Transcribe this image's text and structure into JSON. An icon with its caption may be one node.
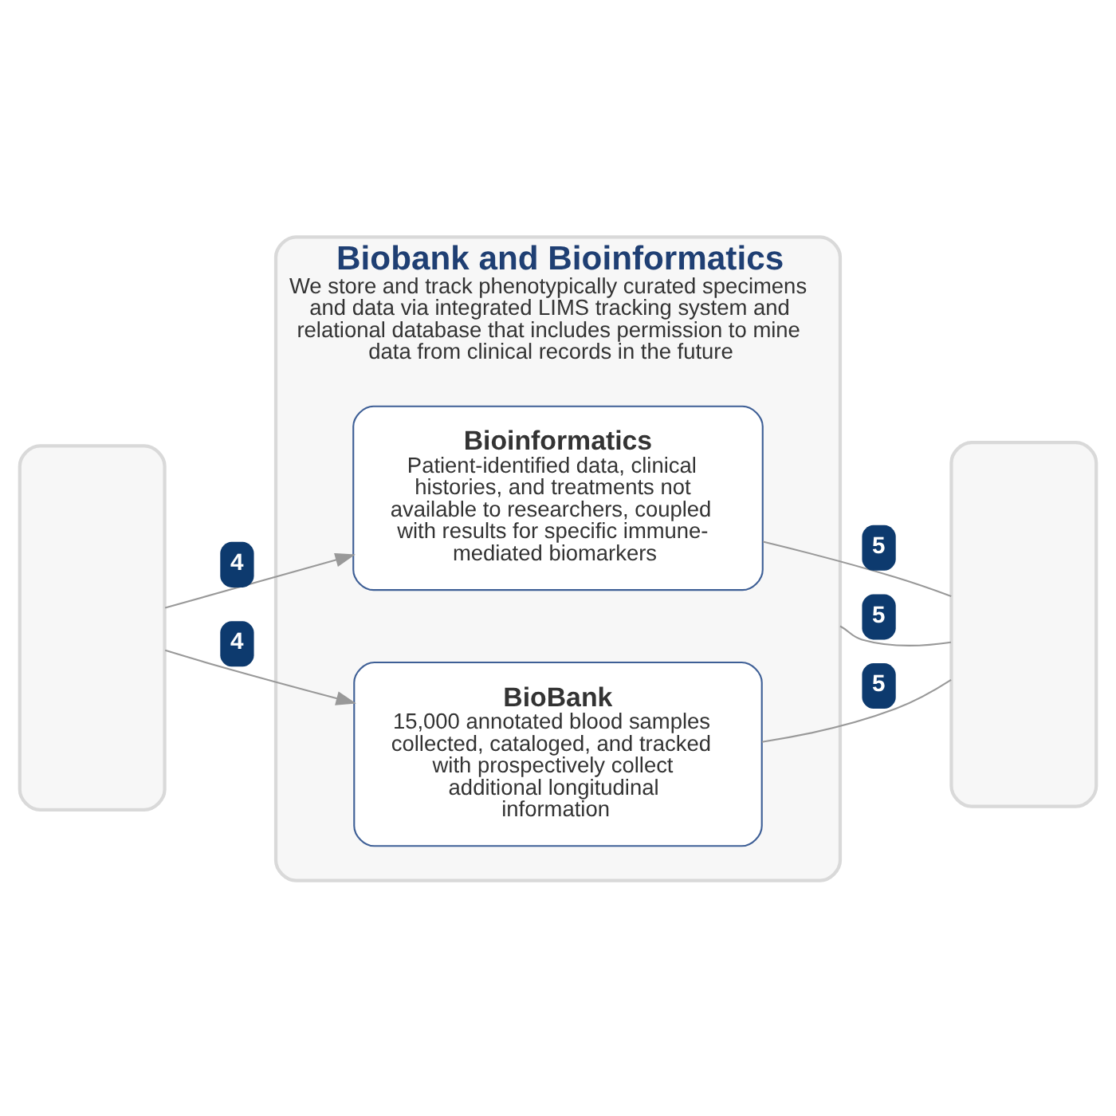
{
  "diagram": {
    "nodes": [
      {
        "text": [],
        "shape": "box"
      },
      {
        "text": [
          "Biobank and Bioinformatics",
          "We store and track phenotypically curated specimens and data via integrated LIMS tracking system and relational database that includes permission to mine data from clinical records in the future"
        ]
      },
      {
        "text": [
          "Bioinformatics",
          "Patient-identified data, clinical histories, and treatments not available to researchers, coupled with results for specific immune-mediated biomarkers"
        ],
        "in": 1
      },
      {
        "text": [
          "BioBank",
          "15,000 annotated blood samples collected, cataloged, and tracked with prospectively collect additional longitudinal information"
        ],
        "in": 1
      },
      {
        "text": [],
        "shape": "box"
      }
    ],
    "edges": [
      {
        "from": 0,
        "to": 2,
        "arrow": "to",
        "label": "4"
      },
      {
        "from": 0,
        "to": 3,
        "arrow": "to",
        "label": "4"
      },
      {
        "from": 2,
        "to": 4,
        "arrow": "none",
        "label": "5"
      },
      {
        "from": 1,
        "to": 4,
        "arrow": "none",
        "label": "5"
      },
      {
        "from": 3,
        "to": 4,
        "arrow": "none",
        "label": "5"
      }
    ]
  }
}
